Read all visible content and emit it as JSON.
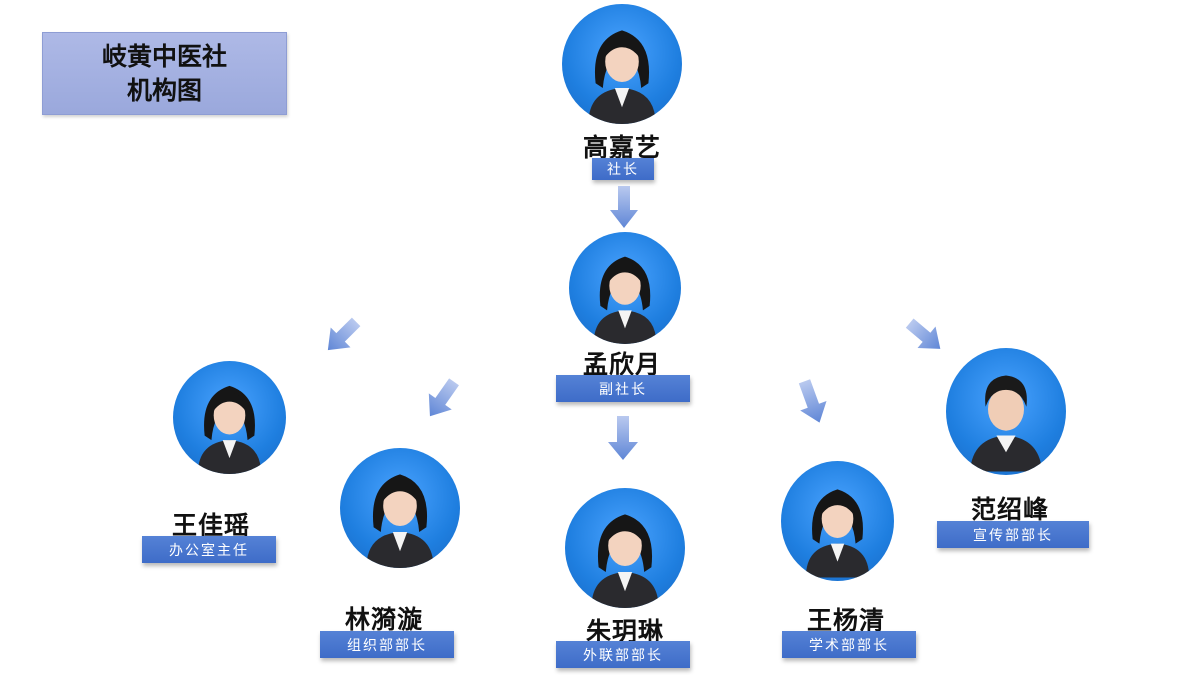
{
  "title": {
    "line1": "岐黄中医社",
    "line2": "机构图"
  },
  "members": {
    "president": {
      "name": "高嘉艺",
      "role": "社长"
    },
    "vice": {
      "name": "孟欣月",
      "role": "副社长"
    },
    "office": {
      "name": "王佳瑶",
      "role": "办公室主任"
    },
    "organization": {
      "name": "林漪漩",
      "role": "组织部部长"
    },
    "liaison": {
      "name": "朱玥琳",
      "role": "外联部部长"
    },
    "academic": {
      "name": "王杨清",
      "role": "学术部部长"
    },
    "publicity": {
      "name": "范绍峰",
      "role": "宣传部部长"
    }
  },
  "colors": {
    "title_bg": "#9fadde",
    "role_bg": "#4a76cf",
    "arrow": "#8aa6df",
    "photo_bg": "#2a8cf0"
  }
}
